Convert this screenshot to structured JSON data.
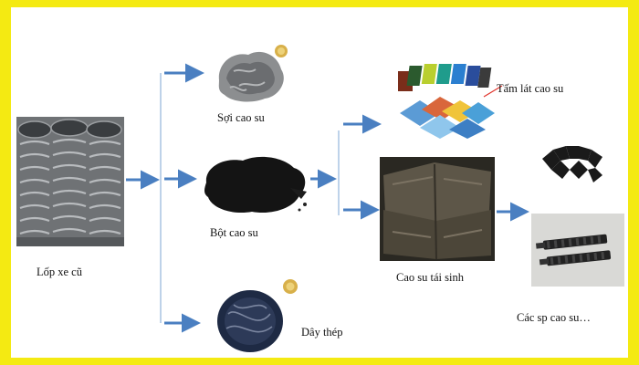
{
  "colors": {
    "frame": "#f4ea12",
    "arrow": "#4a7fc1",
    "line": "#a9c4e2",
    "text": "#111111"
  },
  "labels": {
    "old_tires": "Lốp xe cũ",
    "rubber_fiber": "Sợi cao su",
    "rubber_powder": "Bột cao su",
    "steel_wire": "Dây thép",
    "reclaimed_rubber": "Cao su tái sinh",
    "rubber_tiles": "Tấm lát cao su",
    "rubber_products": "Các sp cao su…"
  }
}
